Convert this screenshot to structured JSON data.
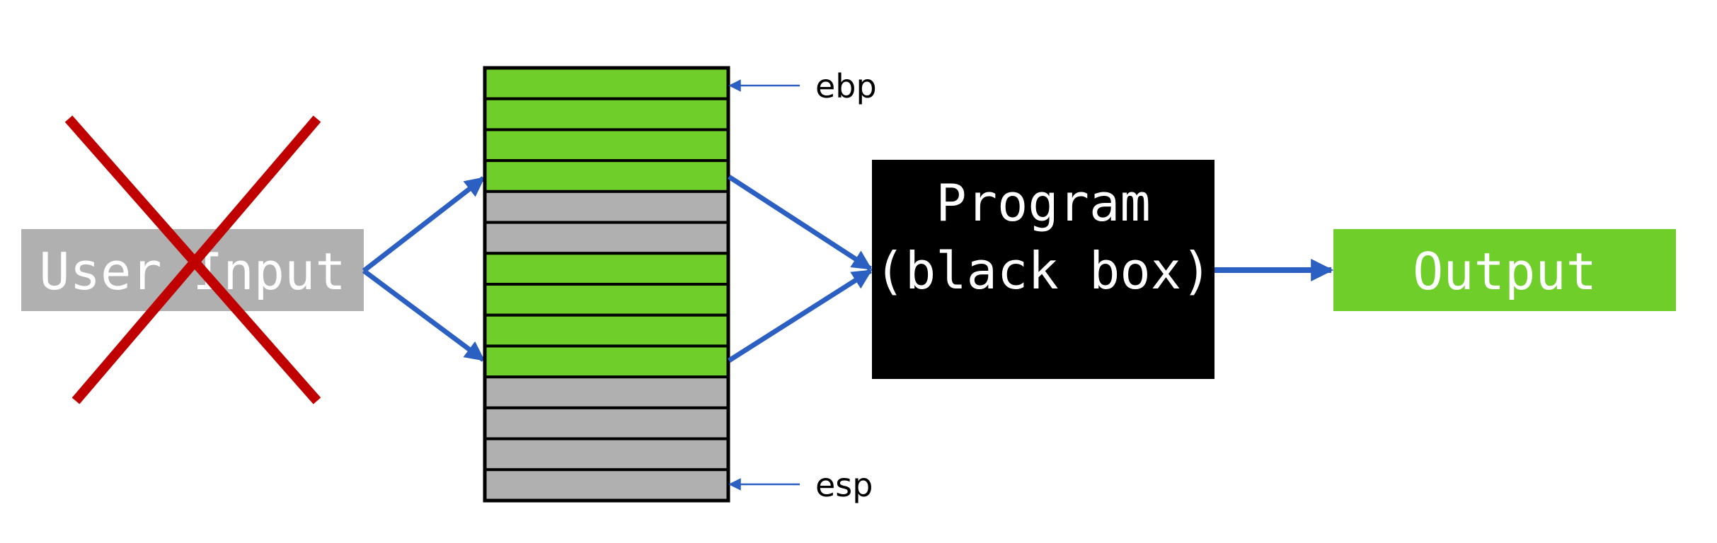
{
  "colors": {
    "green": "#6fce2a",
    "gray": "#b0b0b0",
    "black": "#000000",
    "blue": "#2b5fc2",
    "red": "#c00000",
    "white": "#ffffff"
  },
  "user_input": {
    "label": "User Input",
    "crossed_out": true
  },
  "stack": {
    "slots": [
      "data",
      "data",
      "data",
      "data",
      "empty",
      "empty",
      "data",
      "data",
      "data",
      "data",
      "empty",
      "empty",
      "empty",
      "empty"
    ],
    "top_pointer_label": "ebp",
    "bottom_pointer_label": "esp"
  },
  "program": {
    "line1": "Program",
    "line2": "(black box)"
  },
  "output": {
    "label": "Output"
  }
}
